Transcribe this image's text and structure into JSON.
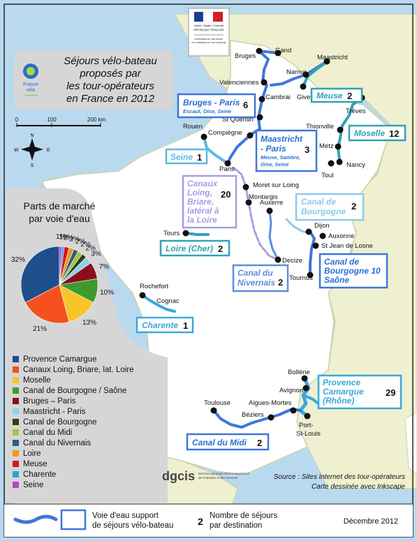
{
  "map": {
    "title_lines": [
      "Séjours vélo-bateau",
      "proposés par",
      "les tour-opérateurs",
      "en France en 2012"
    ],
    "logo": {
      "line1": "France",
      "line2": "vélo",
      "line3": "TOURISME"
    },
    "ministry_lines": [
      "Liberté • Égalité • Fraternité",
      "RÉPUBLIQUE FRANÇAISE",
      "MINISTÈRE DE L'ARTISANAT",
      "DU COMMERCE ET DU TOURISME"
    ],
    "scale": {
      "labels": [
        "0",
        "100",
        "200 km"
      ]
    },
    "compass": {
      "n": "N",
      "s": "S",
      "e": "E",
      "w": "W"
    },
    "cities": {
      "bruges": "Bruges",
      "gand": "Gand",
      "maastricht": "Maastricht",
      "namur": "Namur",
      "valenciennes": "Valenciennes",
      "cambrai": "Cambrai",
      "givet": "Givet",
      "treves": "Trèves",
      "stquentin": "St Quentin",
      "thionville": "Thionville",
      "rouen": "Rouen",
      "compiegne": "Compiègne",
      "metz": "Metz",
      "paris": "Paris",
      "nancy": "Nancy",
      "toul": "Toul",
      "moret": "Moret sur Loing",
      "montargis": "Montargis",
      "auxerre": "Auxerre",
      "dijon": "Dijon",
      "auxonne": "Auxonne",
      "stjean": "St Jean de Losne",
      "tours": "Tours",
      "decize": "Decize",
      "tournus": "Tournus",
      "rochefort": "Rochefort",
      "cognac": "Cognac",
      "bollene": "Bollène",
      "avignon": "Avignon",
      "toulouse": "Toulouse",
      "aigues": "Aigues-Mortes",
      "beziers": "Béziers",
      "port1": "Port-",
      "port2": "St-Louis"
    },
    "routes": {
      "bruges_paris": {
        "label": "Bruges - Paris",
        "sub": "Escaut, Oise, Seine",
        "count": "6"
      },
      "meuse": {
        "label": "Meuse",
        "count": "2"
      },
      "moselle": {
        "label": "Moselle",
        "count": "12"
      },
      "maastricht": {
        "label1": "Maastricht",
        "label2": "- Paris",
        "sub1": "Meuse, Sambre,",
        "sub2": "Oise, Seine",
        "count": "3"
      },
      "seine": {
        "label": "Seine",
        "count": "1"
      },
      "loing": {
        "l1": "Canaux",
        "l2": "Loing,",
        "l3": "Briare,",
        "l4": "latéral à",
        "l5": "la Loire",
        "count": "20"
      },
      "bourgogne": {
        "l1": "Canal de",
        "l2": "Bourgogne",
        "count": "2"
      },
      "loire": {
        "label": "Loire (Cher)",
        "count": "2"
      },
      "nivernais": {
        "l1": "Canal du",
        "l2": "Nivernais",
        "count": "2"
      },
      "saone": {
        "l1": "Canal de",
        "l2": "Bourgogne 10",
        "l3": "Saône"
      },
      "charente": {
        "label": "Charente",
        "count": "1"
      },
      "camargue": {
        "l1": "Provence",
        "l2": "Camargue",
        "l3": "(Rhône)",
        "count": "29"
      },
      "midi": {
        "label": "Canal du Midi",
        "count": "2"
      }
    },
    "pie": {
      "title_lines": [
        "Parts de marché",
        "par voie d'eau"
      ],
      "slices": [
        {
          "name": "Provence Camargue",
          "value": 32,
          "label": "32%",
          "color": "#1f4e8c"
        },
        {
          "name": "Canaux Loing, Briare, lat. Loire",
          "value": 21,
          "label": "21%",
          "color": "#f4511e"
        },
        {
          "name": "Moselle",
          "value": 13,
          "label": "13%",
          "color": "#f9c42a"
        },
        {
          "name": "Canal de Bourgogne / Saône",
          "value": 10,
          "label": "10%",
          "color": "#3d9a2e"
        },
        {
          "name": "Bruges – Paris",
          "value": 7,
          "label": "7%",
          "color": "#8b0e1a"
        },
        {
          "name": "Maastricht - Paris",
          "value": 3,
          "label": "3%",
          "color": "#8fd0f0"
        },
        {
          "name": "Canal de Bourgogne",
          "value": 2,
          "label": "2%",
          "color": "#2e3f14"
        },
        {
          "name": "Canal du Midi",
          "value": 2,
          "label": "2%",
          "color": "#a8c43a"
        },
        {
          "name": "Canal du Nivernais",
          "value": 2,
          "label": "2%",
          "color": "#2d6080"
        },
        {
          "name": "Loire",
          "value": 2,
          "label": "2%",
          "color": "#f6951f"
        },
        {
          "name": "Meuse",
          "value": 2,
          "label": "2%",
          "color": "#d11a1a"
        },
        {
          "name": "Charente",
          "value": 1,
          "label": "1%",
          "color": "#2ba0e0"
        },
        {
          "name": "Seine",
          "value": 1,
          "label": "1%",
          "color": "#c03fc8"
        }
      ]
    },
    "source": {
      "line1": "Source : Sites internet des tour-opérateurs",
      "line2": "Carte dessinée avec Inkscape"
    },
    "dgcis": {
      "name": "dgcis",
      "line1": "direction générale de la compétitivité",
      "line2": "de l'industrie et des services"
    },
    "legend": {
      "voie_l1": "Voie d'eau support",
      "voie_l2": "de séjours vélo-bateau",
      "num": "2",
      "nombre_l1": "Nombre de séjours",
      "nombre_l2": "par destination",
      "date": "Décembre 2012"
    }
  }
}
